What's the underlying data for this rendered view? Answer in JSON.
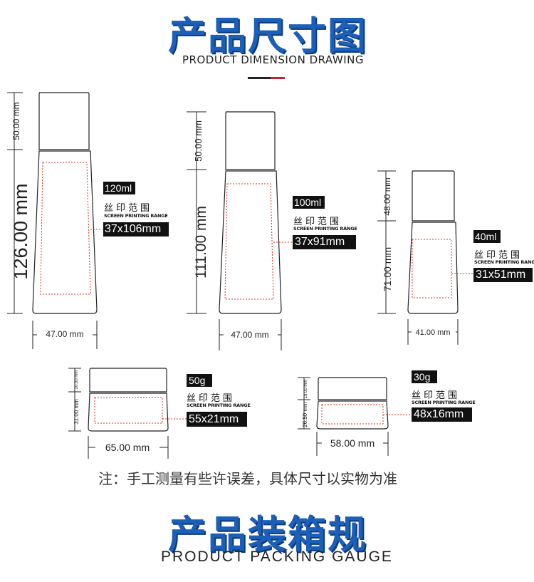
{
  "header": {
    "title_cn": "产品尺寸图",
    "title_en": "PRODUCT DIMENSION DRAWING"
  },
  "products": [
    {
      "capacity": "120ml",
      "print_size": "37x106mm",
      "cap_height": "50.00 mm",
      "body_height": "126.00 mm",
      "width": "47.00 mm"
    },
    {
      "capacity": "100ml",
      "print_size": "37x91mm",
      "cap_height": "50.00 mm",
      "body_height": "111.00 mm",
      "width": "47.00 mm"
    },
    {
      "capacity": "40ml",
      "print_size": "31x51mm",
      "cap_height": "48.00 mm",
      "body_height": "71.00 mm",
      "width": "41.00 mm"
    },
    {
      "capacity": "50g",
      "print_size": "55x21mm",
      "cap_height": "20.00 mm",
      "body_height": "31.00 mm",
      "width": "65.00 mm"
    },
    {
      "capacity": "30g",
      "print_size": "48x16mm",
      "cap_height": "18.00 mm",
      "body_height": "26.50 mm",
      "width": "58.00 mm"
    }
  ],
  "labels": {
    "screen_cn": "丝印范围",
    "screen_en": "SCREEN PRINTING RANGE"
  },
  "note": "注：手工测量有些许误差，具体尺寸以实物为准",
  "footer": {
    "title_cn": "产品装箱规",
    "title_en": "PRODUCT PACKING GAUGE"
  },
  "colors": {
    "title_blue": "#1c5fb8",
    "accent_red": "#c8232c",
    "print_range_red": "#e0331f"
  }
}
